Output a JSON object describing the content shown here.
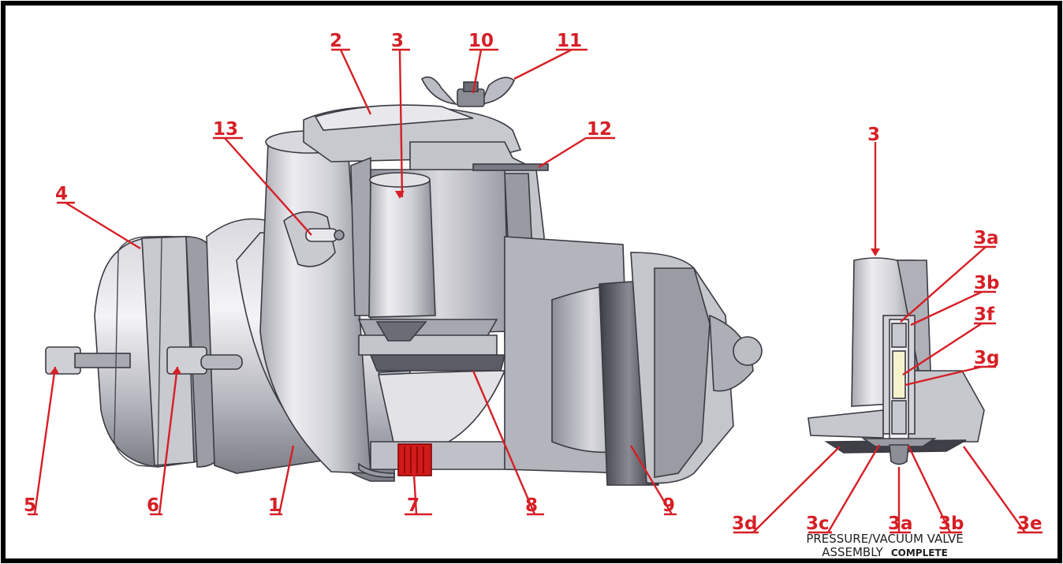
{
  "labels": {
    "l1": "1",
    "l2": "2",
    "l3": "3",
    "l4": "4",
    "l5": "5",
    "l6": "6",
    "l7": "7",
    "l8": "8",
    "l9": "9",
    "l10": "10",
    "l11": "11",
    "l12": "12",
    "l13": "13",
    "d3": "3",
    "d3a_top": "3a",
    "d3b_top": "3b",
    "d3f": "3f",
    "d3g": "3g",
    "d3d": "3d",
    "d3c": "3c",
    "d3a_bottom": "3a",
    "d3b_bottom": "3b",
    "d3e": "3e"
  },
  "caption": {
    "line1": "PRESSURE/VACUUM VALVE",
    "line2_prefix": "ASSEMBLY",
    "line2_bold": "COMPLETE"
  },
  "colors": {
    "label_red": "#d61f26",
    "frame": "#000000",
    "metal_light": "#e4e4ea",
    "metal_dark": "#6e6e78",
    "gasket_red": "#d11a1a"
  }
}
